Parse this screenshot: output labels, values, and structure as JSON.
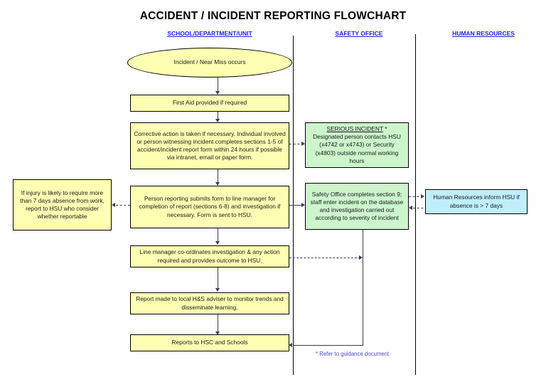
{
  "page": {
    "title": "ACCIDENT / INCIDENT REPORTING FLOWCHART",
    "footnote": "* Refer to guidance document",
    "colors": {
      "header_text": "#2323e8",
      "yellow_node": "#ffffb3",
      "green_node": "#ccf5cc",
      "blue_node": "#bfefff",
      "connector": "#3b3b5c",
      "border": "#000000"
    }
  },
  "lanes": [
    {
      "label": "SCHOOL/DEPARTMENT/UNIT"
    },
    {
      "label": "SAFETY OFFICE"
    },
    {
      "label": "HUMAN RESOURCES"
    }
  ],
  "nodes": {
    "incident": "Incident / Near Miss occurs",
    "first_aid": "First Aid provided if required",
    "corrective_action": "Corrective action is taken if necessary. Individual involved or person witnessing incident completes sections 1-5 of accident/incident report form within 24 hours if possible via intranet, email or paper form.",
    "serious_incident_title": "SERIOUS INCIDENT",
    "serious_incident_star": " *",
    "serious_incident_body": "Designated person contacts HSU (x4742 or x4743) or Security (x4803) outside normal working hours",
    "injury_7days": "If injury is likely to require more than 7 days absence from work, report to HSU who consider whether reportable",
    "submit_form": "Person reporting submits form to line manager for completion of report (sections 6-8) and investigation if necessary. Form is sent to HSU.",
    "safety_office_section9": "Safety Office completes section 9; staff enter incident on the database and investigation carried out according to severity of incident",
    "human_resources": "Human Resources inform HSU if absence is > 7 days",
    "line_manager": "Line manager co-ordinates investigation & any action required and provides outcome to HSU.",
    "report_hs_adviser": "Report made to local H&S adviser to monitor trends and disseminate learning.",
    "reports_hsc": "Reports to HSC and Schools"
  }
}
